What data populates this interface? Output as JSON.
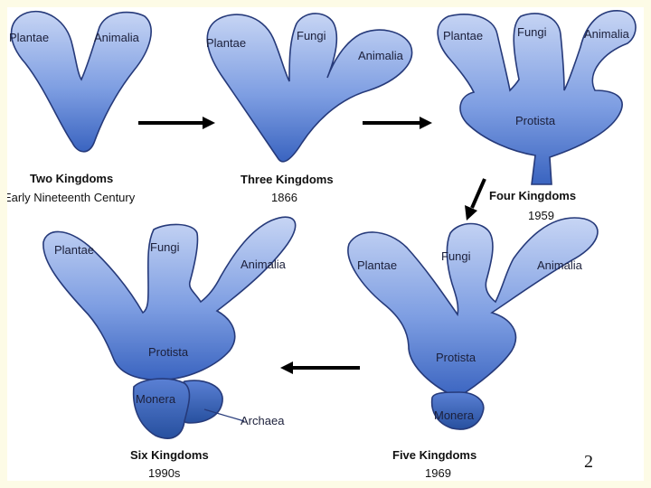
{
  "diagram": {
    "stages": [
      {
        "caption": "Two Kingdoms",
        "date": "Early Nineteenth Century",
        "branches": [
          "Plantae",
          "Animalia"
        ]
      },
      {
        "caption": "Three Kingdoms",
        "date": "1866",
        "branches": [
          "Plantae",
          "Fungi",
          "Animalia"
        ]
      },
      {
        "caption": "Four Kingdoms",
        "date": "1959",
        "branches": [
          "Plantae",
          "Fungi",
          "Animalia"
        ],
        "trunk": "Protista"
      },
      {
        "caption": "Five Kingdoms",
        "date": "1969",
        "branches": [
          "Plantae",
          "Fungi",
          "Animalia"
        ],
        "trunk": "Protista",
        "base": "Monera"
      },
      {
        "caption": "Six Kingdoms",
        "date": "1990s",
        "branches": [
          "Plantae",
          "Fungi",
          "Animalia"
        ],
        "trunk": "Protista",
        "base": "Monera",
        "base_extra": "Archaea"
      }
    ],
    "colors": {
      "fill_light": "#c7d5f4",
      "fill_dark": "#2f5bb6",
      "outline": "#263a7a"
    }
  },
  "slide": {
    "page_number": "2"
  }
}
